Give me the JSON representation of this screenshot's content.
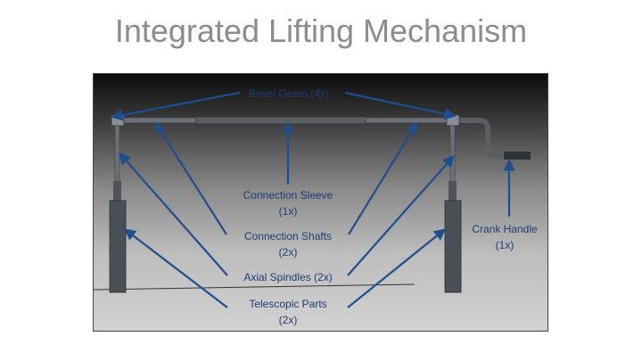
{
  "title": "Integrated Lifting Mechanism",
  "labels": {
    "bevel_gears": "Bevel Gears (4x)",
    "connection_sleeve_line1": "Connection Sleeve",
    "connection_sleeve_line2": "(1x)",
    "connection_shafts_line1": "Connection Shafts",
    "connection_shafts_line2": "(2x)",
    "axial_spindles": "Axial Spindles (2x)",
    "telescopic_line1": "Telescopic Parts",
    "telescopic_line2": "(2x)",
    "crank_line1": "Crank Handle",
    "crank_line2": "(1x)"
  },
  "colors": {
    "arrow": "#1f4e8c",
    "label_text": "#1f3d73",
    "title_text": "#8c8c8c",
    "mechanism_metal": "#5a5f66"
  }
}
